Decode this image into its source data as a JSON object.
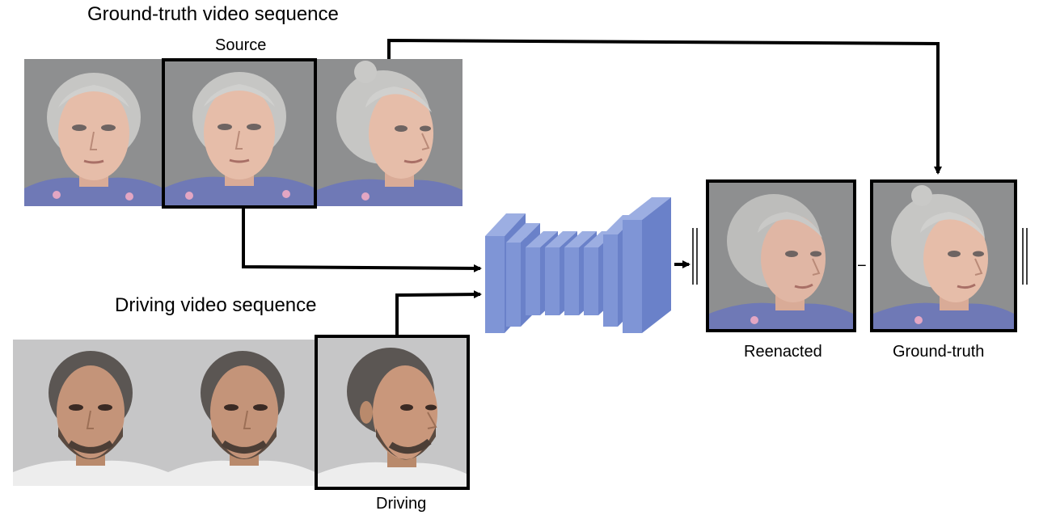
{
  "ground_truth_sequence": {
    "title": "Ground-truth video sequence",
    "source_caption": "Source",
    "frames": [
      {
        "name": "gt-frame-1",
        "subject": "elderly-woman",
        "pose": "frontal"
      },
      {
        "name": "gt-frame-2-source",
        "subject": "elderly-woman",
        "pose": "frontal",
        "highlighted": true
      },
      {
        "name": "gt-frame-3",
        "subject": "elderly-woman",
        "pose": "turned-right"
      }
    ]
  },
  "driving_sequence": {
    "title": "Driving video sequence",
    "driving_caption": "Driving",
    "frames": [
      {
        "name": "drv-frame-1",
        "subject": "bearded-man",
        "pose": "frontal"
      },
      {
        "name": "drv-frame-2",
        "subject": "bearded-man",
        "pose": "frontal"
      },
      {
        "name": "drv-frame-3-driving",
        "subject": "bearded-man",
        "pose": "turned-right",
        "highlighted": true
      }
    ]
  },
  "network": {
    "icon": "encoder-decoder-network-icon",
    "color": "#7f95d6"
  },
  "outputs": {
    "reenacted_caption": "Reenacted",
    "ground_truth_caption": "Ground-truth",
    "minus_sign": "−"
  },
  "colors": {
    "arrow": "#000000",
    "frame_border": "#000000",
    "network_front": "#7f95d6",
    "network_side": "#6a81c9",
    "network_top": "#9caee2"
  }
}
